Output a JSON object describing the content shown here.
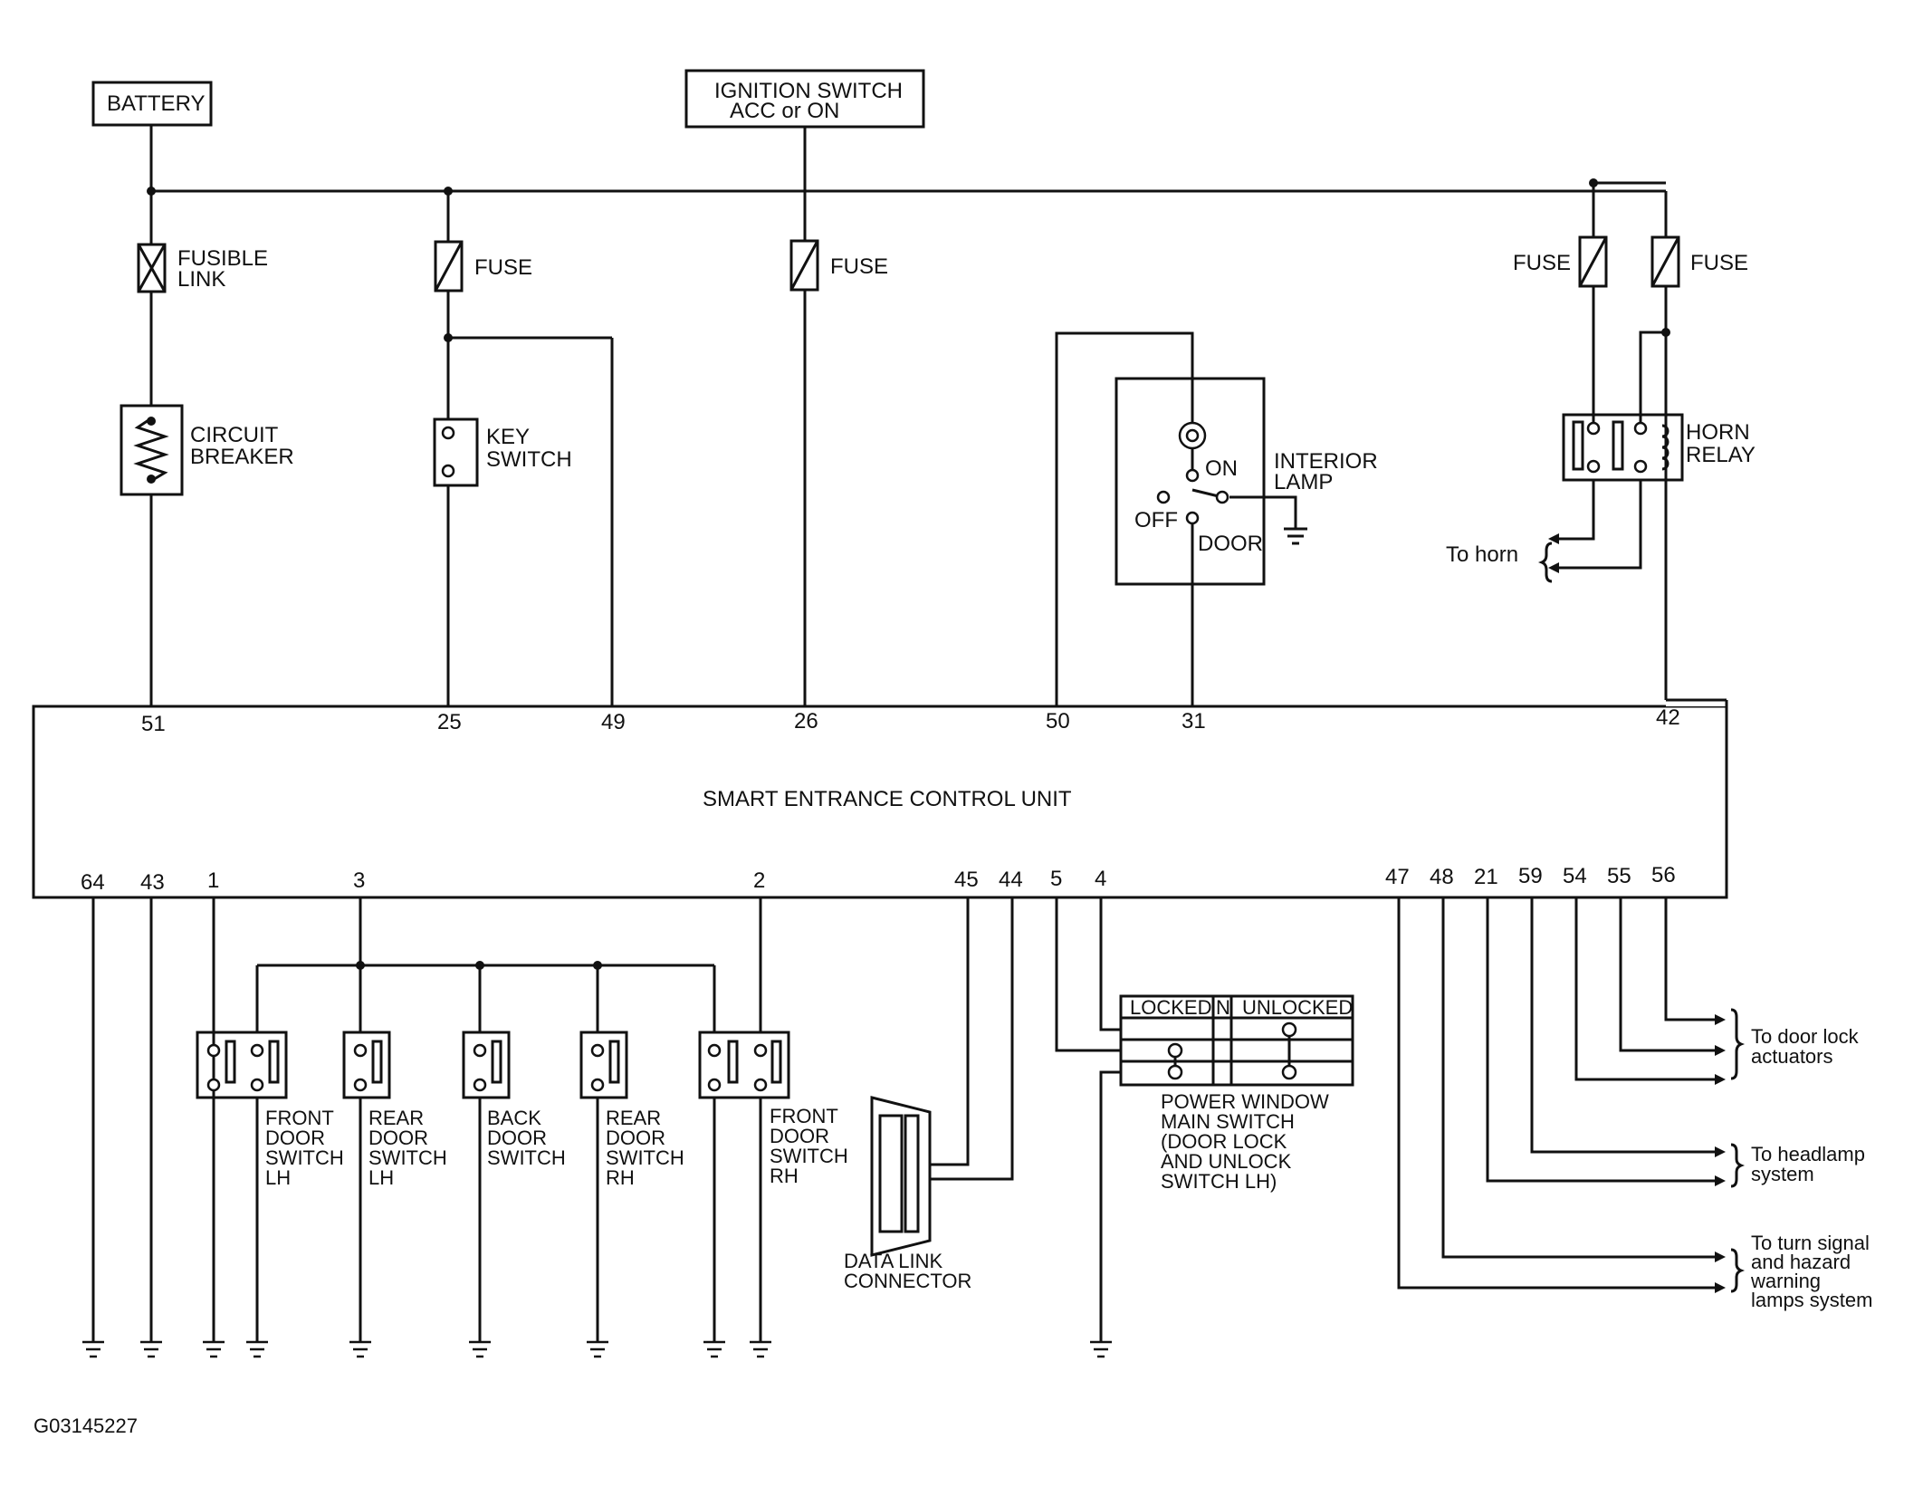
{
  "top": {
    "battery": "BATTERY",
    "ignition_line1": "IGNITION SWITCH",
    "ignition_line2": "ACC or ON"
  },
  "components": {
    "fusible_link_1": "FUSIBLE",
    "fusible_link_2": "LINK",
    "fuse": "FUSE",
    "circuit_breaker_1": "CIRCUIT",
    "circuit_breaker_2": "BREAKER",
    "key_switch_1": "KEY",
    "key_switch_2": "SWITCH",
    "interior_lamp_1": "INTERIOR",
    "interior_lamp_2": "LAMP",
    "lamp_on": "ON",
    "lamp_off": "OFF",
    "lamp_door": "DOOR",
    "horn_relay_1": "HORN",
    "horn_relay_2": "RELAY",
    "to_horn": "To horn"
  },
  "control_unit": {
    "title": "SMART ENTRANCE CONTROL UNIT",
    "pins_top": [
      "51",
      "25",
      "49",
      "26",
      "50",
      "31",
      "42"
    ],
    "pins_bottom": [
      "64",
      "43",
      "1",
      "3",
      "2",
      "45",
      "44",
      "5",
      "4",
      "47",
      "48",
      "21",
      "59",
      "54",
      "55",
      "56"
    ]
  },
  "door_switches": [
    [
      "FRONT",
      "DOOR",
      "SWITCH",
      "LH"
    ],
    [
      "REAR",
      "DOOR",
      "SWITCH",
      "LH"
    ],
    [
      "BACK",
      "DOOR",
      "SWITCH"
    ],
    [
      "REAR",
      "DOOR",
      "SWITCH",
      "RH"
    ],
    [
      "FRONT",
      "DOOR",
      "SWITCH",
      "RH"
    ]
  ],
  "data_link": [
    "DATA LINK",
    "CONNECTOR"
  ],
  "power_window": {
    "locked": "LOCKED",
    "neutral": "N",
    "unlocked": "UNLOCKED",
    "caption": [
      "POWER WINDOW",
      "MAIN SWITCH",
      "(DOOR LOCK",
      "AND UNLOCK",
      "SWITCH LH)"
    ]
  },
  "outputs": {
    "door_lock": [
      "To door lock",
      "actuators"
    ],
    "headlamp": [
      "To headlamp",
      "system"
    ],
    "turn_signal": [
      "To turn signal",
      "and hazard",
      "warning",
      "lamps system"
    ]
  },
  "footer": {
    "code": "G03145227"
  }
}
